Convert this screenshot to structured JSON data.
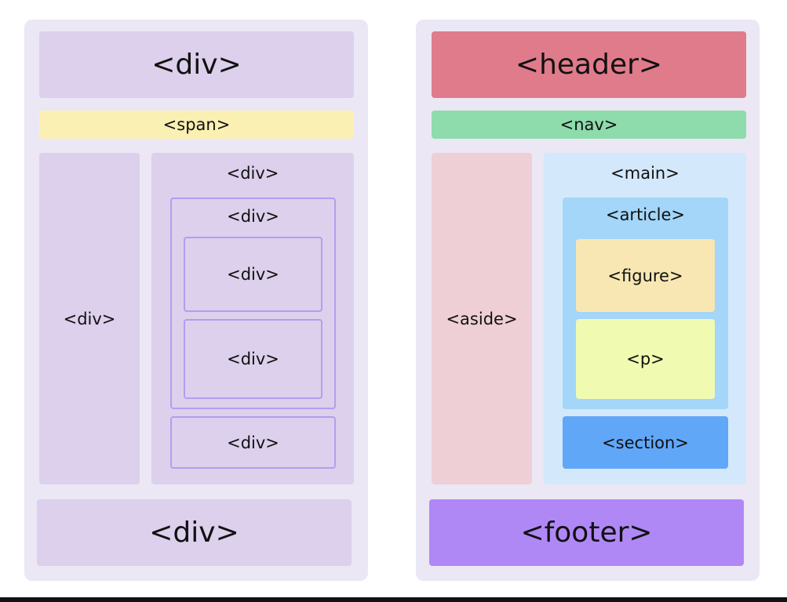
{
  "left": {
    "top_div": "<div>",
    "span": "<span>",
    "aside_div": "<div>",
    "main_div": "<div>",
    "inner_div": "<div>",
    "inner_div_1": "<div>",
    "inner_div_2": "<div>",
    "lower_div": "<div>",
    "bottom_div": "<div>"
  },
  "right": {
    "header": "<header>",
    "nav": "<nav>",
    "aside": "<aside>",
    "main": "<main>",
    "article": "<article>",
    "figure": "<figure>",
    "p": "<p>",
    "section": "<section>",
    "footer": "<footer>"
  },
  "colors": {
    "panel": "#ebe7f4",
    "div": "#dcd0ec",
    "span": "#fbf0b3",
    "outline": "#b59cf0",
    "header": "#e07b8c",
    "nav": "#8edcac",
    "aside": "#eecfd6",
    "main": "#d4e8fb",
    "article": "#a3d6f8",
    "figure": "#f8e7b3",
    "p": "#f1fab1",
    "section": "#60a7f8",
    "footer": "#b088f6"
  }
}
